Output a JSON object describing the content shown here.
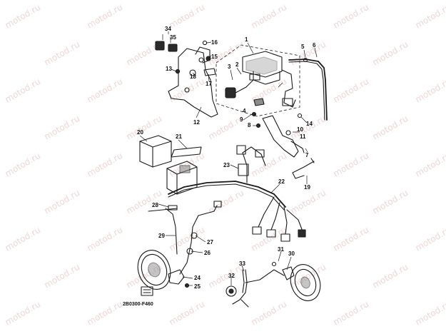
{
  "diagram_code": "2B0300-F460",
  "watermark_text": "motod.ru",
  "callouts": [
    "1",
    "2",
    "3",
    "4",
    "5",
    "6",
    "7",
    "8",
    "9",
    "10",
    "11",
    "12",
    "13",
    "14",
    "15",
    "16",
    "17",
    "18",
    "19",
    "20",
    "21",
    "22",
    "23",
    "24",
    "25",
    "26",
    "27",
    "28",
    "29",
    "30",
    "31",
    "32",
    "33",
    "34",
    "35"
  ],
  "colors": {
    "line": "#1a1a1a",
    "background": "#ffffff",
    "watermark": "#e2b4b4"
  }
}
